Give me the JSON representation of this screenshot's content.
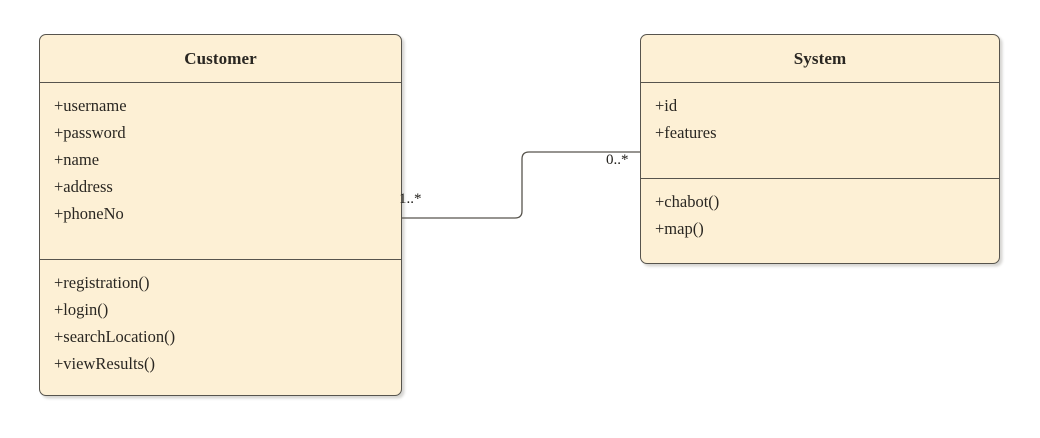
{
  "diagram": {
    "type": "uml-class-diagram",
    "background_color": "#ffffff",
    "class_fill_color": "#fdf0d5",
    "class_border_color": "#57544d",
    "text_color": "#2a2722"
  },
  "classes": [
    {
      "name": "Customer",
      "attributes": [
        "+username",
        "+password",
        "+name",
        "+address",
        "+phoneNo"
      ],
      "methods": [
        "+registration()",
        "+login()",
        "+searchLocation()",
        "+viewResults()"
      ]
    },
    {
      "name": "System",
      "attributes": [
        "+id",
        "+features"
      ],
      "methods": [
        "+chabot()",
        "+map()"
      ]
    }
  ],
  "association": {
    "source_class": "Customer",
    "target_class": "System",
    "source_multiplicity": "1..*",
    "target_multiplicity": "0..*",
    "line_color": "#57544d",
    "routing": "orthogonal-zigzag"
  }
}
